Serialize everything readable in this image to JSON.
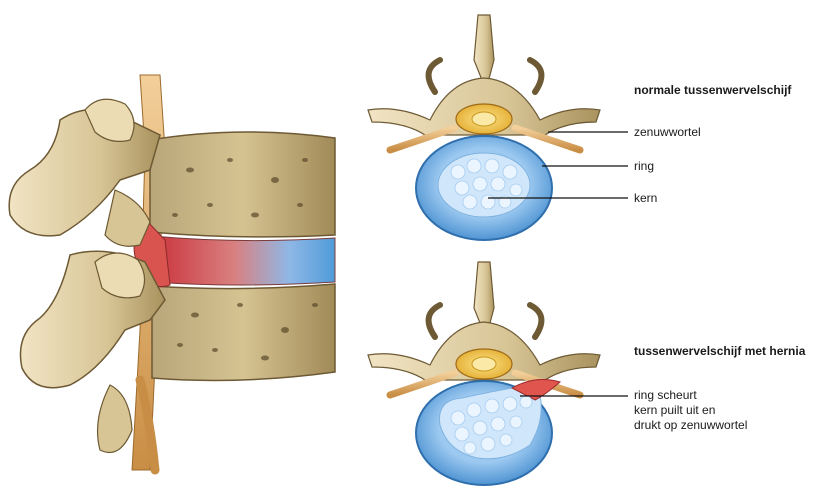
{
  "normal": {
    "title": "normale tussenwervelschijf",
    "labels": {
      "nerve_root": "zenuwwortel",
      "ring": "ring",
      "core": "kern"
    }
  },
  "hernia": {
    "title": "tussenwervelschijf met hernia",
    "description_lines": [
      "ring scheurt",
      "kern puilt uit en",
      "drukt op zenuwwortel"
    ]
  },
  "colors": {
    "bone": "#dcc9a0",
    "bone_dark": "#8a7650",
    "disc_ring": "#4f9ad8",
    "disc_core": "#cfe6fb",
    "spinal_cord": "#f2c94c",
    "nerve": "#d9a35a",
    "hernia": "#e0564f"
  }
}
